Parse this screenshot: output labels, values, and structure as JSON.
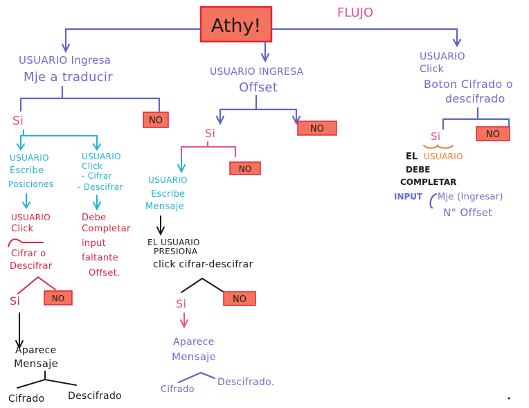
{
  "colors": {
    "blue": "#6b6bd6",
    "cyan": "#1fb3d6",
    "red": "#e2233a",
    "black": "#1a1a1a",
    "pink": "#e8508c",
    "salmon_fill": "#f4735f"
  },
  "header": {
    "title": "Athy!",
    "label": "FLUJO"
  },
  "branch1": {
    "question": [
      "USUARIO Ingresa",
      "Mje a traducir"
    ],
    "si": "Si",
    "no": "NO",
    "left": [
      "USUARIO",
      "Escribe",
      "Posiciones"
    ],
    "left_next": [
      "USUARIO",
      "Click",
      "Cifrar o",
      "Descifrar"
    ],
    "left_si": "Si",
    "left_no": "NO",
    "left_result": [
      "Aparece",
      "Mensaje"
    ],
    "out_a": "Cifrado",
    "out_b": "Descifrado",
    "right": [
      "USUARIO",
      "Click",
      "- Cifrar",
      "- Descifrar"
    ],
    "right_next": [
      "Debe",
      "Completar",
      "input",
      "faltante",
      "Offset."
    ]
  },
  "branch2": {
    "question": [
      "USUARIO INGRESA",
      "Offset"
    ],
    "si": "Si",
    "no": "NO",
    "sub_si": "Si",
    "sub_no": "NO",
    "write": [
      "USUARIO",
      "Escribe",
      "Mensaje"
    ],
    "press": [
      "EL USUARIO",
      "PRESIONA",
      "click cifrar-descifrar"
    ],
    "si2": "Si",
    "no2": "NO",
    "result": [
      "Aparece",
      "Mensaje"
    ],
    "out_a": "Cifrado",
    "out_b": "Descifrado."
  },
  "branch3": {
    "question": [
      "USUARIO",
      "Click",
      "Boton Cifrado o",
      "descifrado"
    ],
    "si": "Si",
    "no": "NO",
    "must": [
      "EL",
      "USUARIO",
      "DEBE",
      "COMPLETAR"
    ],
    "input_label": "INPUT",
    "input_items": [
      "Mje (Ingresar)",
      "N° Offset"
    ]
  }
}
